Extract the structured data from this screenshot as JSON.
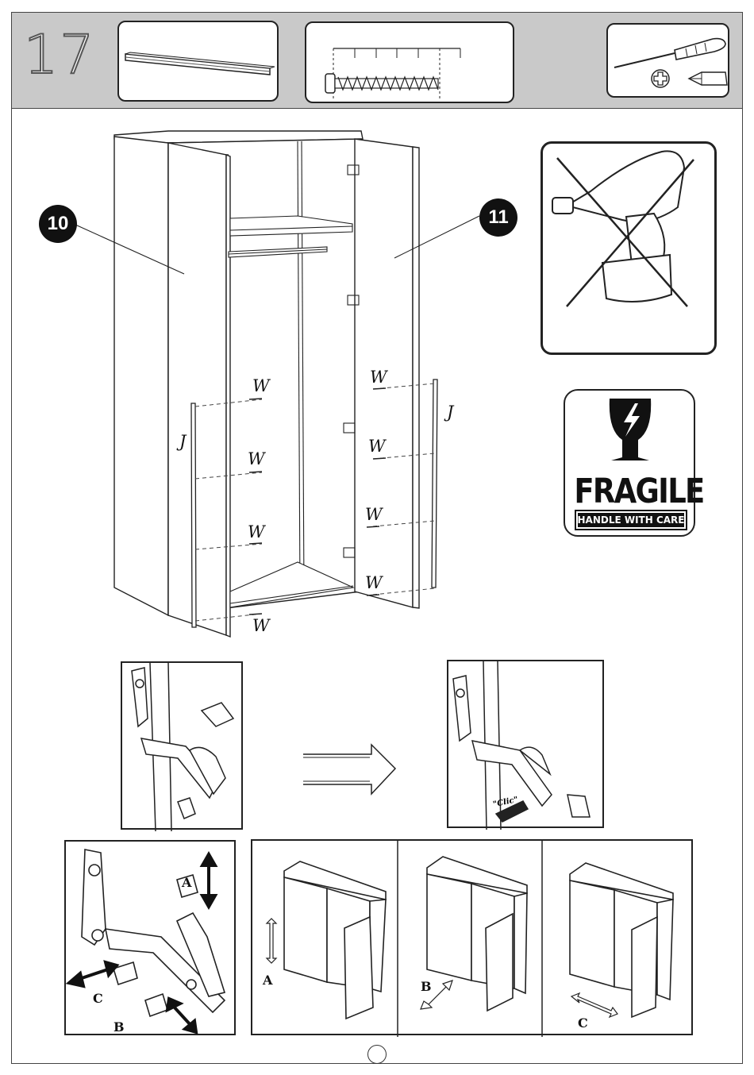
{
  "header": {
    "step_number": "17"
  },
  "callouts": {
    "left_door": "10",
    "right_door": "11"
  },
  "part_labels": {
    "screw": "W",
    "strip": "J"
  },
  "fragile": {
    "title": "FRAGILE",
    "subtitle": "HANDLE WITH CARE"
  },
  "hinge_detail": {
    "click_text": "\"Clic\""
  },
  "adjustments": {
    "a": "A",
    "b": "B",
    "c": "C"
  },
  "icons": [
    "rail-icon",
    "screw-icon",
    "screwdriver-icon",
    "phillips-head-icon",
    "no-power-drill-icon",
    "broken-glass-icon"
  ]
}
